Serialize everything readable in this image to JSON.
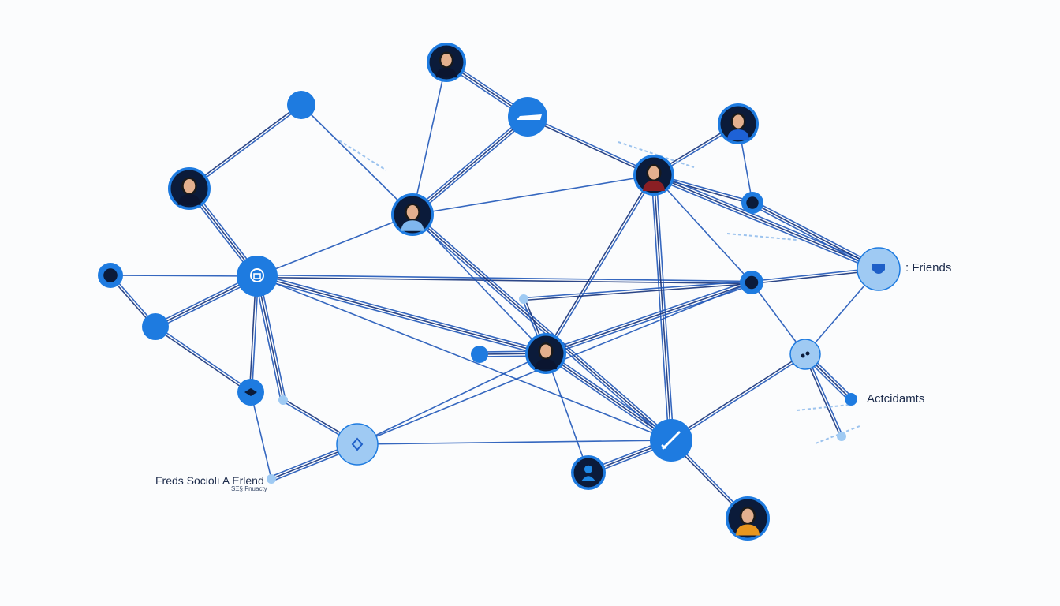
{
  "labels": {
    "friends": ": Friends",
    "acquaintances": "Actcidamts",
    "social": "Freds Sociolı A Erlend",
    "social_sub": "SΞ§ Fnuacty"
  },
  "colors": {
    "node": "#1e7be0",
    "node_light": "#9fcaf3",
    "node_dark": "#0b1b3a",
    "edge": "#1f57b8",
    "edge_dark": "#15327a",
    "edge_faint": "#9cc3ee",
    "skin": "#e3b08e",
    "hair": "#1a1a1a"
  },
  "graph": {
    "nodes": [
      {
        "id": "p-top",
        "type": "person",
        "shirt": "#0b1530"
      },
      {
        "id": "p-left",
        "type": "person",
        "shirt": "#0b1530"
      },
      {
        "id": "p-center-top",
        "type": "person",
        "shirt": "#7fb7ee"
      },
      {
        "id": "p-right-top",
        "type": "person",
        "shirt": "#8a1f24"
      },
      {
        "id": "p-far-right",
        "type": "person",
        "shirt": "#1e62d6"
      },
      {
        "id": "p-center",
        "type": "person",
        "shirt": "#0b1530"
      },
      {
        "id": "p-bottom-dark",
        "type": "person-silhouette",
        "shirt": "#1e88e5"
      },
      {
        "id": "p-bottom-right",
        "type": "person",
        "shirt": "#e8961e"
      },
      {
        "id": "n-top-left",
        "type": "dot"
      },
      {
        "id": "n-dash",
        "type": "icon",
        "icon": "dash-icon"
      },
      {
        "id": "n-hub-left",
        "type": "icon",
        "icon": "speech-bubble-icon"
      },
      {
        "id": "n-left-dark",
        "type": "dark-dot"
      },
      {
        "id": "n-left-mid",
        "type": "dot"
      },
      {
        "id": "n-diamond",
        "type": "icon",
        "icon": "diamond-icon"
      },
      {
        "id": "n-lower-light",
        "type": "light-icon",
        "icon": "pin-icon"
      },
      {
        "id": "n-pen",
        "type": "icon",
        "icon": "pen-icon"
      },
      {
        "id": "n-right-mid",
        "type": "dark-dot"
      },
      {
        "id": "n-right-small",
        "type": "dark-dot"
      },
      {
        "id": "n-friends",
        "type": "light-icon",
        "icon": "heart-shield-icon"
      },
      {
        "id": "n-right-light",
        "type": "light-icon",
        "icon": "dots-icon"
      },
      {
        "id": "n-acc",
        "type": "small-dot"
      },
      {
        "id": "n-small-1",
        "type": "small-dot"
      },
      {
        "id": "n-small-2",
        "type": "small-dot"
      },
      {
        "id": "n-small-3",
        "type": "small-dot"
      },
      {
        "id": "n-small-4",
        "type": "small-dot"
      },
      {
        "id": "n-small-5",
        "type": "small-dot"
      }
    ],
    "edges": [
      [
        "p-top",
        "n-dash"
      ],
      [
        "p-top",
        "p-center-top"
      ],
      [
        "n-dash",
        "p-right-top"
      ],
      [
        "n-dash",
        "p-center-top"
      ],
      [
        "n-top-left",
        "p-left"
      ],
      [
        "n-top-left",
        "p-center-top"
      ],
      [
        "p-left",
        "n-hub-left"
      ],
      [
        "n-left-dark",
        "n-hub-left"
      ],
      [
        "n-left-dark",
        "n-left-mid"
      ],
      [
        "n-left-mid",
        "n-hub-left"
      ],
      [
        "n-left-mid",
        "n-diamond"
      ],
      [
        "n-hub-left",
        "p-center-top"
      ],
      [
        "n-hub-left",
        "p-center"
      ],
      [
        "n-hub-left",
        "n-pen"
      ],
      [
        "n-hub-left",
        "n-diamond"
      ],
      [
        "n-hub-left",
        "n-small-3"
      ],
      [
        "n-hub-left",
        "n-right-mid"
      ],
      [
        "p-center-top",
        "p-center"
      ],
      [
        "p-center-top",
        "n-pen"
      ],
      [
        "p-center-top",
        "p-right-top"
      ],
      [
        "p-right-top",
        "p-center"
      ],
      [
        "p-right-top",
        "n-pen"
      ],
      [
        "p-right-top",
        "n-right-small"
      ],
      [
        "p-right-top",
        "n-right-mid"
      ],
      [
        "p-right-top",
        "n-friends"
      ],
      [
        "p-far-right",
        "n-right-small"
      ],
      [
        "p-far-right",
        "p-right-top"
      ],
      [
        "n-right-small",
        "n-friends"
      ],
      [
        "n-right-mid",
        "n-friends"
      ],
      [
        "n-right-mid",
        "n-right-light"
      ],
      [
        "n-right-mid",
        "p-center"
      ],
      [
        "n-friends",
        "n-right-light"
      ],
      [
        "n-right-light",
        "n-pen"
      ],
      [
        "n-right-light",
        "n-acc"
      ],
      [
        "n-right-light",
        "n-small-5"
      ],
      [
        "p-center",
        "n-lower-light"
      ],
      [
        "p-center",
        "n-pen"
      ],
      [
        "p-center",
        "p-bottom-dark"
      ],
      [
        "p-center",
        "n-small-1"
      ],
      [
        "p-center",
        "n-small-2"
      ],
      [
        "n-lower-light",
        "n-small-3"
      ],
      [
        "n-lower-light",
        "n-pen"
      ],
      [
        "n-lower-light",
        "n-small-4"
      ],
      [
        "n-lower-light",
        "n-right-mid"
      ],
      [
        "n-pen",
        "p-bottom-right"
      ],
      [
        "n-pen",
        "p-bottom-dark"
      ],
      [
        "n-small-1",
        "n-right-mid"
      ],
      [
        "n-diamond",
        "n-small-4"
      ]
    ]
  }
}
